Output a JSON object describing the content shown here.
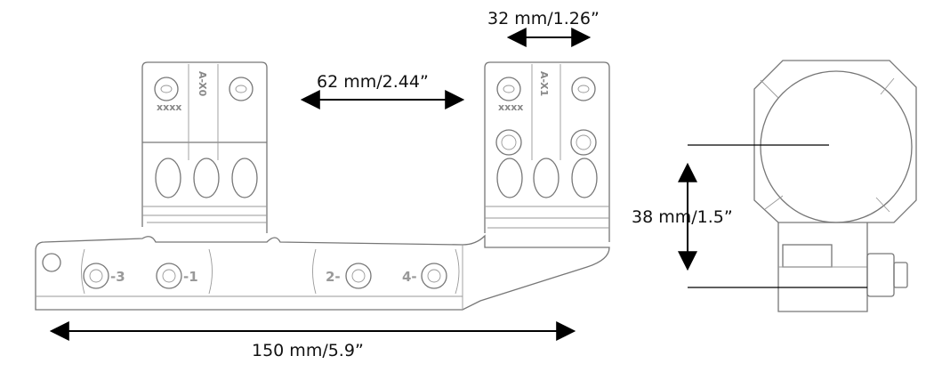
{
  "dimensions": {
    "ring_width": "32 mm/1.26”",
    "ring_spacing": "62 mm/2.44”",
    "center_height": "38 mm/1.5”",
    "overall_length": "150 mm/5.9”"
  },
  "ring_markings": {
    "front_ring": "A-X0",
    "rear_ring": "A-X1",
    "serial": "xxxx"
  },
  "base_screw_labels": [
    "-3",
    "-1",
    "2-",
    "4-"
  ]
}
